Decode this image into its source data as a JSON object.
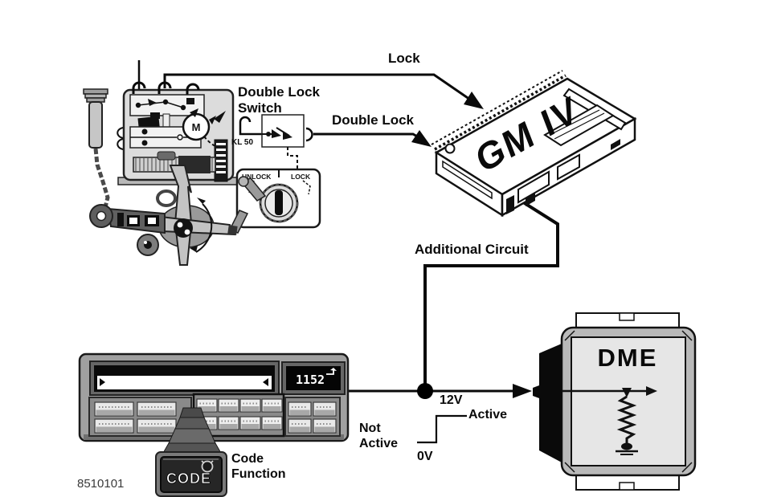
{
  "figure_number": "8510101",
  "actuator": {
    "motor_label": "M",
    "terminal_label": "KL 50",
    "key_panel": {
      "unlock_label": "UNLOCK",
      "lock_label": "LOCK"
    }
  },
  "switch": {
    "label_line1": "Double Lock",
    "label_line2": "Switch"
  },
  "wires": {
    "lock_label": "Lock",
    "double_lock_label": "Double Lock",
    "additional_circuit_label": "Additional Circuit"
  },
  "modules": {
    "gm": {
      "label": "GM IV"
    },
    "dme": {
      "label": "DME"
    }
  },
  "radio": {
    "display_value": "1152",
    "code_button_label": "CODE",
    "code_function_label_line1": "Code",
    "code_function_label_line2": "Function"
  },
  "waveform": {
    "high_voltage": "12V",
    "low_voltage": "0V",
    "active_label": "Active",
    "inactive_line1": "Not",
    "inactive_line2": "Active"
  },
  "colors": {
    "background": "#ffffff",
    "line": "#000000",
    "module_fill": "#e6e6e6",
    "radio_body": "#a0a0a0"
  }
}
